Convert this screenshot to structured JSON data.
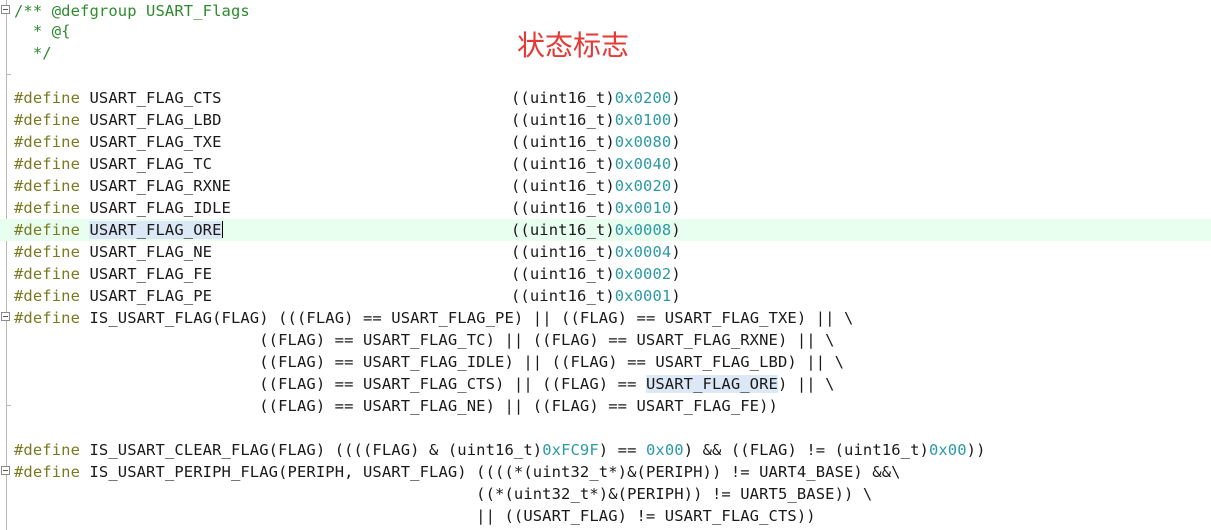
{
  "annotation": "状态标志",
  "doc_comment": {
    "open": "/** ",
    "tag": "@defgroup USART_Flags",
    "line2": "  * @{",
    "line3": "  */"
  },
  "define_keyword": "#define",
  "flags": [
    {
      "name": "USART_FLAG_CTS",
      "cast": "((uint16_t)",
      "value": "0x0200",
      "close": ")"
    },
    {
      "name": "USART_FLAG_LBD",
      "cast": "((uint16_t)",
      "value": "0x0100",
      "close": ")"
    },
    {
      "name": "USART_FLAG_TXE",
      "cast": "((uint16_t)",
      "value": "0x0080",
      "close": ")"
    },
    {
      "name": "USART_FLAG_TC",
      "cast": "((uint16_t)",
      "value": "0x0040",
      "close": ")"
    },
    {
      "name": "USART_FLAG_RXNE",
      "cast": "((uint16_t)",
      "value": "0x0020",
      "close": ")"
    },
    {
      "name": "USART_FLAG_IDLE",
      "cast": "((uint16_t)",
      "value": "0x0010",
      "close": ")"
    },
    {
      "name_sel": "USART_FLAG_OR",
      "name_rest": "E",
      "cast": "((uint16_t)",
      "value": "0x0008",
      "close": ")"
    },
    {
      "name": "USART_FLAG_NE",
      "cast": "((uint16_t)",
      "value": "0x0004",
      "close": ")"
    },
    {
      "name": "USART_FLAG_FE",
      "cast": "((uint16_t)",
      "value": "0x0002",
      "close": ")"
    },
    {
      "name": "USART_FLAG_PE",
      "cast": "((uint16_t)",
      "value": "0x0001",
      "close": ")"
    }
  ],
  "is_usart_flag": {
    "head": " IS_USART_FLAG(FLAG) (((FLAG) == USART_FLAG_PE) || ((FLAG) == USART_FLAG_TXE) || \\",
    "l2": "                          ((FLAG) == USART_FLAG_TC) || ((FLAG) == USART_FLAG_RXNE) || \\",
    "l3": "                          ((FLAG) == USART_FLAG_IDLE) || ((FLAG) == USART_FLAG_LBD) || \\",
    "l4_a": "                          ((FLAG) == USART_FLAG_CTS) || ((FLAG) == ",
    "l4_sel": "USART_FLAG_ORE",
    "l4_b": ") || \\",
    "l5": "                          ((FLAG) == USART_FLAG_NE) || ((FLAG) == USART_FLAG_FE))"
  },
  "is_clear_flag": {
    "a": " IS_USART_CLEAR_FLAG(FLAG) ((((FLAG) & (uint16_t)",
    "hex1": "0xFC9F",
    "b": ") == ",
    "hex2": "0x00",
    "c": ") && ((FLAG) != (uint16_t)",
    "hex3": "0x00",
    "d": "))"
  },
  "is_periph_flag": {
    "head": " IS_USART_PERIPH_FLAG(PERIPH, USART_FLAG) ((((*(uint32_t*)&(PERIPH)) != UART4_BASE) &&\\",
    "l2": "                                                 ((*(uint32_t*)&(PERIPH)) != UART5_BASE)) \\",
    "l3": "                                                 || ((USART_FLAG) != USART_FLAG_CTS))"
  },
  "colors": {
    "comment": "#2e8b2e",
    "keyword": "#7a7a20",
    "hex": "#2c9aa6",
    "current_line": "#e8fff0",
    "selection": "#dde8f6",
    "annotation": "#e53935"
  }
}
